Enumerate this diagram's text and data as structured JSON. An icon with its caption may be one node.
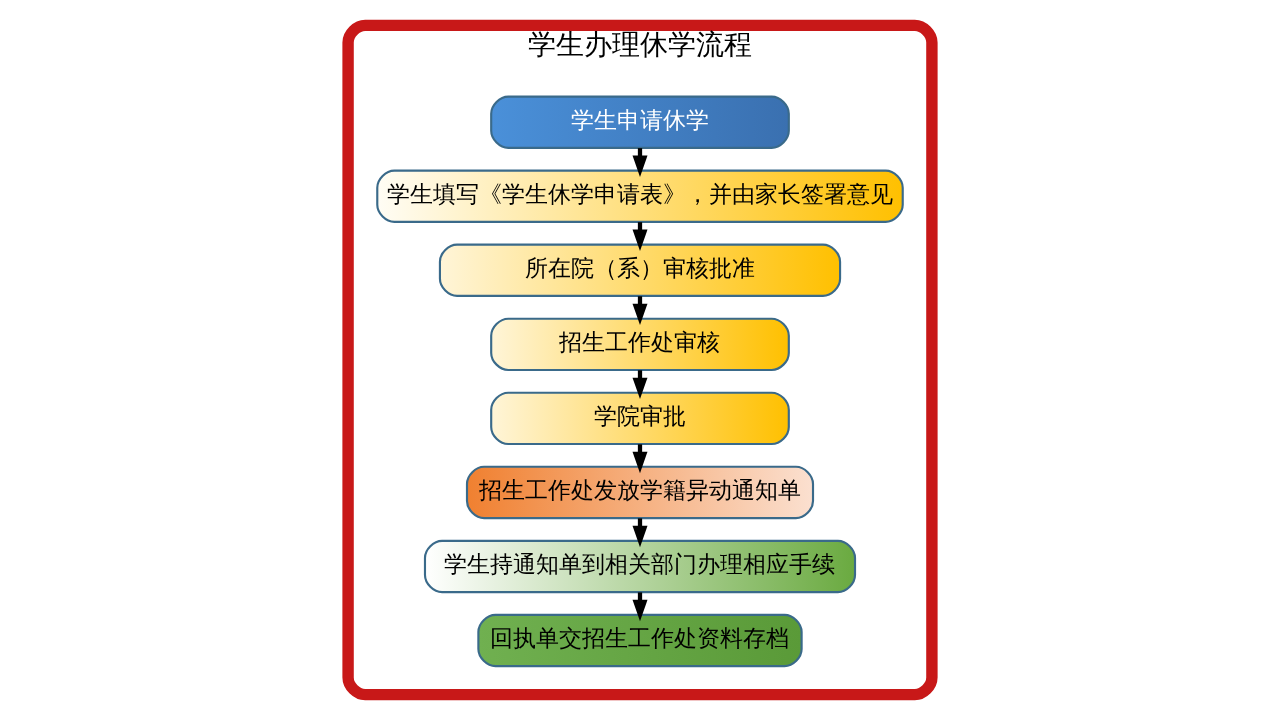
{
  "diagram": {
    "nodes": [
      {
        "text": [
          "学生办理休学流程"
        ]
      },
      {
        "text": [
          "学生申请休学"
        ],
        "in": 0
      },
      {
        "text": [
          "学生填写《学生休学申请表》，并由家长签署意见"
        ],
        "in": 0
      },
      {
        "text": [
          "所在院（系）审核批准"
        ],
        "in": 0
      },
      {
        "text": [
          "招生工作处审核"
        ],
        "in": 0
      },
      {
        "text": [
          "学院审批"
        ],
        "in": 0
      },
      {
        "text": [
          "招生工作处发放学籍异动通知单"
        ],
        "in": 0
      },
      {
        "text": [
          "学生持通知单到相关部门办理相应手续"
        ],
        "in": 0
      },
      {
        "text": [
          "回执单交招生工作处资料存档"
        ],
        "in": 0
      }
    ],
    "edges": [
      {
        "from": 1,
        "to": 2,
        "arrow": "to"
      },
      {
        "from": 2,
        "to": 3,
        "arrow": "to"
      },
      {
        "from": 3,
        "to": 4,
        "arrow": "to"
      },
      {
        "from": 4,
        "to": 5,
        "arrow": "to"
      },
      {
        "from": 5,
        "to": 6,
        "arrow": "to"
      },
      {
        "from": 6,
        "to": 7,
        "arrow": "to"
      },
      {
        "from": 7,
        "to": 8,
        "arrow": "to"
      }
    ]
  }
}
